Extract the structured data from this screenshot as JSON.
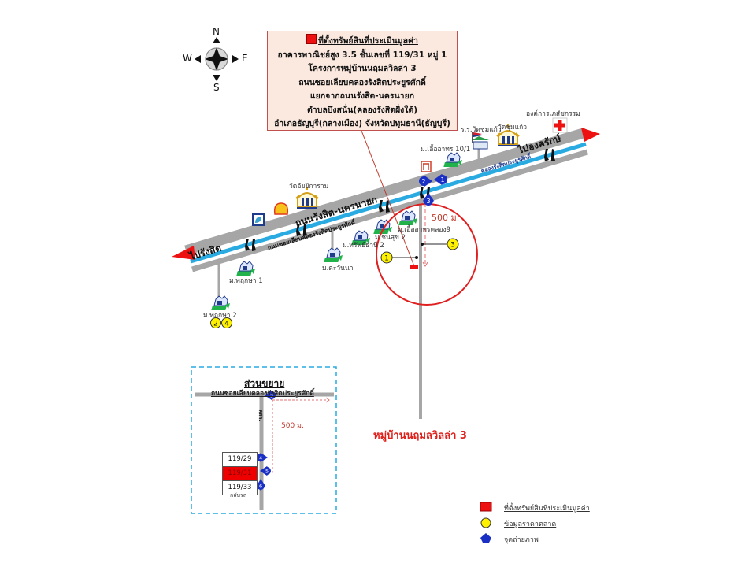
{
  "compass": {
    "north": "N",
    "south": "S",
    "east": "E",
    "west": "W"
  },
  "info_box": {
    "title": "ที่ตั้งทรัพย์สินที่ประเมินมูลค่า",
    "lines": [
      "อาคารพาณิชย์สูง 3.5 ชั้นเลขที่ 119/31 หมู่ 1",
      "โครงการหมู่บ้านนฤมลวิลล่า 3",
      "ถนนซอยเลียบคลองรังสิตประยูรศักดิ์",
      "แยกจากถนนรังสิต-นครนายก",
      "ตำบลบึงสนั่น(คลองรังสิตฝั่งใต้)",
      "อำเภอธัญบุรี(กลางเมือง) จังหวัดปทุมธานี(ธัญบุรี)"
    ]
  },
  "roads": {
    "main_road": "ถนนรังสิต-นครนายก",
    "canal_road": "ถนนซอยเลียบคลองรังสิตประยูรศักดิ์",
    "canal": "คลองรังสิตประยูรศักดิ์",
    "to_west": "ไปรังสิต",
    "to_east": "ไปองครักษ์"
  },
  "landmarks": {
    "temple_1": "วัดอัยยิการาม",
    "school": "ร.ร.วัดชุมแก้ว",
    "temple_2": "วัดชุมแก้ว",
    "red_cross": "องค์การเภสัชกรรม",
    "village_1": "ม.พฤกษา 1",
    "village_2": "ม.พฤกษา 2",
    "village_3": "ม.ตะวันนา",
    "village_4": "ม.ทรัพย์ธานี 2",
    "village_5": "ม.ชนสุข 2",
    "village_6": "ม.เอื้ออาทรคลอง9",
    "village_7": "ม.เอื้ออาทร 10/1"
  },
  "markers": {
    "market_points": [
      "1",
      "3",
      "2",
      "4"
    ],
    "photo_points": [
      "1",
      "2",
      "3",
      "4",
      "5",
      "6"
    ]
  },
  "distance_label": "500 ม.",
  "subject_village": "หมู่บ้านนฤมลวิลล่า 3",
  "inset": {
    "title": "ส่วนขยาย",
    "road": "ถนนซอยเลียบคลองรังสิตประยูรศักดิ์",
    "side_road": "คสล.",
    "lane_end": "กลับรถ",
    "distance_label": "500 ม.",
    "lots": [
      "119/29",
      "119/31",
      "119/33"
    ]
  },
  "legend": [
    {
      "symbol": "red-square",
      "label": "ที่ตั้งทรัพย์สินที่ประเมินมูลค่า"
    },
    {
      "symbol": "yellow-circle",
      "label": "ข้อมูลราคาตลาด"
    },
    {
      "symbol": "blue-pentagon",
      "label": "จุดถ่ายภาพ"
    }
  ],
  "colors": {
    "subject": "#ee1111",
    "road": "#a6a6a6",
    "canal": "#29abe2",
    "radius_circle": "#e02020",
    "marker_yellow": "#fff200",
    "marker_blue": "#1a2fc4",
    "inset_border": "#29abe2"
  }
}
